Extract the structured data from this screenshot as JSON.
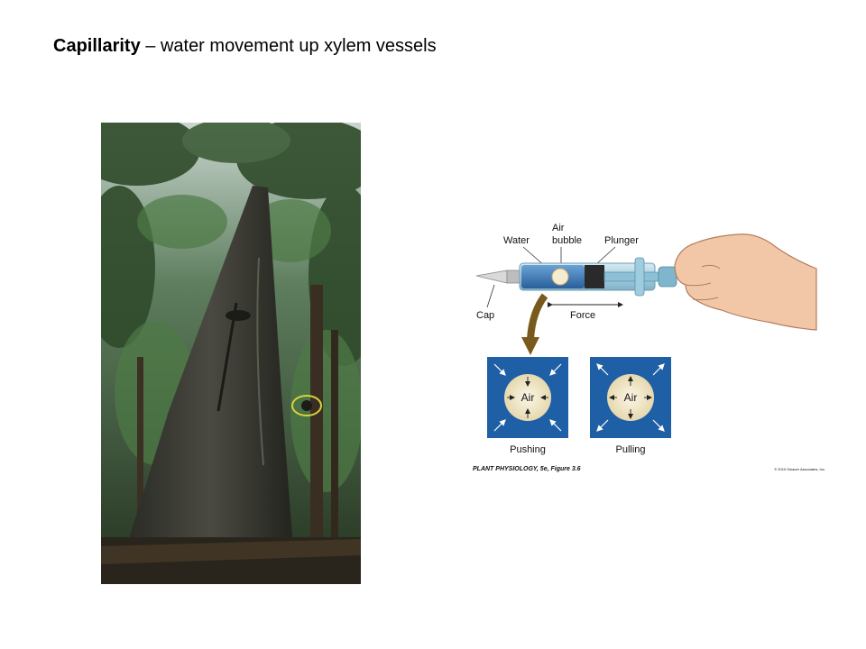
{
  "slide": {
    "title_bold": "Capillarity",
    "title_rest": " – water movement up xylem vessels"
  },
  "figure": {
    "labels": {
      "water": "Water",
      "air_bubble_line1": "Air",
      "air_bubble_line2": "bubble",
      "plunger": "Plunger",
      "cap": "Cap",
      "force": "Force",
      "air_left": "Air",
      "air_right": "Air",
      "pushing": "Pushing",
      "pulling": "Pulling"
    },
    "caption": "PLANT PHYSIOLOGY, 5e, Figure 3.6",
    "copyright": "© 2010 Sinauer Associates, Inc."
  },
  "colors": {
    "panel_blue": "#1f5fa6",
    "air_circle": "#f0e6c8",
    "arrow_brown": "#7a5a1c",
    "skin": "#f2c7a8"
  }
}
